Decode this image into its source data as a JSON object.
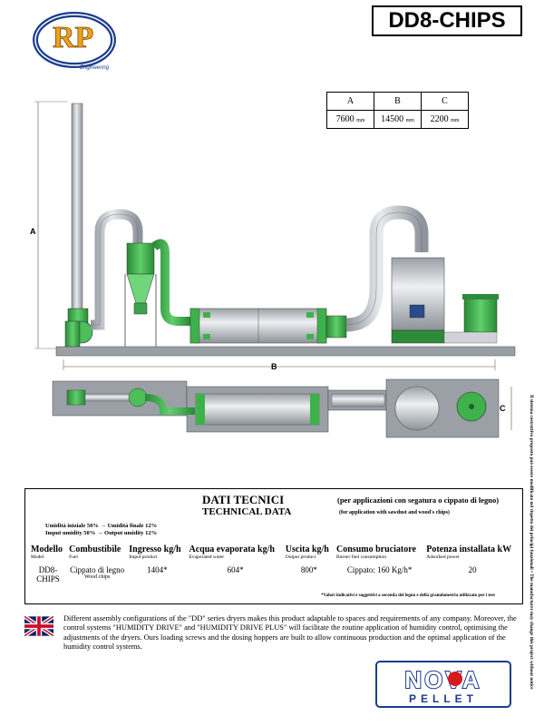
{
  "brand": {
    "initials": "RP",
    "sub": "Engineering"
  },
  "model_code": "DD8-CHIPS",
  "dimensions": [
    {
      "label": "A",
      "value": "7600",
      "unit": "mm"
    },
    {
      "label": "B",
      "value": "14500",
      "unit": "mm"
    },
    {
      "label": "C",
      "value": "2200",
      "unit": "mm"
    }
  ],
  "drawing_labels": {
    "a": "A",
    "b": "B",
    "c": "C"
  },
  "technical": {
    "title_it": "DATI TECNICI",
    "title_en": "TECHNICAL DATA",
    "note_it": "(per applicazioni con segatura o cippato di legno)",
    "note_en": "(for application with sawdust and wood's chips)",
    "humidity_it": "Umidità iniziale 50% → Umidità finale   12%",
    "humidity_en": "Imput umidity  50% → Output umidity 12%",
    "columns": [
      {
        "it": "Modello",
        "en": "Model"
      },
      {
        "it": "Combustibile",
        "en": "Fuel"
      },
      {
        "it": "Ingresso kg/h",
        "en": "Imput product"
      },
      {
        "it": "Acqua evaporata kg/h",
        "en": "Evaporated water"
      },
      {
        "it": "Uscita kg/h",
        "en": "Output product"
      },
      {
        "it": "Consumo bruciatore",
        "en": "Burner fuel consumption"
      },
      {
        "it": "Potenza installata kW",
        "en": "Adsorbed power"
      }
    ],
    "row": {
      "model_l1": "DD8-",
      "model_l2": "CHIPS",
      "fuel": "Cippato di legno",
      "fuel_en": "Wood chips",
      "input": "1404*",
      "evaporated": "604*",
      "output": "800*",
      "burner": "Cippato: 160 Kg/h*",
      "power": "20"
    },
    "footnote": "*Valori indicativi e soggettivi a seconda del legno e della granulometria utilizzato per i test"
  },
  "description": "Different assembly configurations of the \"DD\" series dryers makes this product adaptable to spaces and requirements of any company. Moreover, the control systems \"HUMIDITY DRIVE\" and \"HUMIDITY DRIVE PLUS\" will facilitate the routine application of humidity control, optimising the adjustments of the dryers. Ours loading screws and the dosing hoppers are built to allow continuous production and the optimal application of the humidity control systems.",
  "nova": {
    "word1": "NOVA",
    "word2": "PELLET"
  },
  "side_note": "Il sistema costruttivo proposto può essere modificato nel rispetto dei principi funzionali • The manufacturer may change this project without notice",
  "colors": {
    "green": "#3db24a",
    "steel": "#bfc3c8",
    "brand_blue": "#1b3c8c",
    "brand_orange": "#f0a01e",
    "nova_red": "#d71920"
  }
}
